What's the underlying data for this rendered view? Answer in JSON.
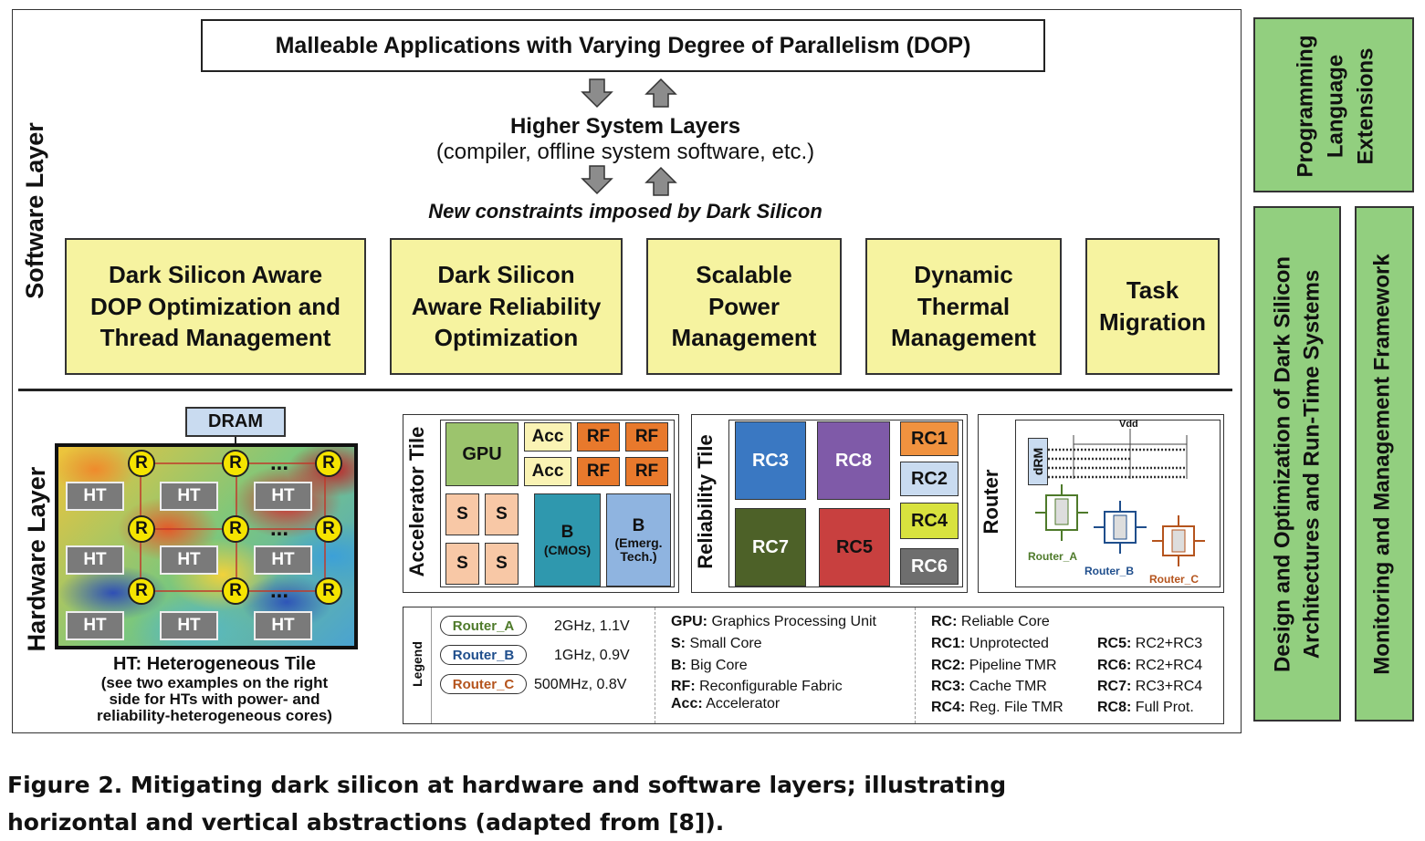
{
  "top_box": "Malleable Applications with Varying Degree of Parallelism (DOP)",
  "higher_layers": {
    "title": "Higher System Layers",
    "subtitle": "(compiler, offline system software, etc.)"
  },
  "constraints": "New constraints imposed by Dark Silicon",
  "software_label": "Software Layer",
  "hardware_label": "Hardware Layer",
  "sw_boxes": [
    {
      "line1": "Dark Silicon Aware",
      "line2": "DOP Optimization and",
      "line3": "Thread Management"
    },
    {
      "line1": "Dark Silicon",
      "line2": "Aware Reliability",
      "line3": "Optimization"
    },
    {
      "line1": "Scalable",
      "line2": "Power",
      "line3": "Management"
    },
    {
      "line1": "Dynamic",
      "line2": "Thermal",
      "line3": "Management"
    },
    {
      "line1": "Task",
      "line2": "Migration"
    }
  ],
  "right_boxes": {
    "prog": {
      "line1": "Programming",
      "line2": "Language",
      "line3": "Extensions"
    },
    "design": {
      "line1": "Design and Optimization of Dark Silicon",
      "line2": "Architectures and Run-Time Systems"
    },
    "monitor": "Monitoring and Management Framework"
  },
  "hw": {
    "dram": "DRAM",
    "ht": "HT",
    "r": "R",
    "ellipsis": "...",
    "caption": {
      "title": "HT: Heterogeneous Tile",
      "l1": "(see two examples on the right",
      "l2": "side for HTs with power- and",
      "l3": "reliability-heterogeneous cores)"
    }
  },
  "accel": {
    "label": "Accelerator Tile",
    "gpu": "GPU",
    "acc": "Acc",
    "rf": "RF",
    "s": "S",
    "b_cmos": {
      "l1": "B",
      "l2": "(CMOS)"
    },
    "b_emerg": {
      "l1": "B",
      "l2": "(Emerg.",
      "l3": "Tech.)"
    }
  },
  "reliab": {
    "label": "Reliability Tile",
    "rc3": "RC3",
    "rc8": "RC8",
    "rc1": "RC1",
    "rc2": "RC2",
    "rc7": "RC7",
    "rc5": "RC5",
    "rc4": "RC4",
    "rc6": "RC6"
  },
  "router_tile": {
    "label": "Router",
    "vdd": "Vdd",
    "drm": "dRM",
    "a": "Router_A",
    "b": "Router_B",
    "c": "Router_C"
  },
  "legend": {
    "label": "Legend",
    "routers": [
      {
        "name": "Router_A",
        "spec": "2GHz, 1.1V",
        "color": "#4e7a2a"
      },
      {
        "name": "Router_B",
        "spec": "1GHz, 0.9V",
        "color": "#1f4e8c"
      },
      {
        "name": "Router_C",
        "spec": "500MHz, 0.8V",
        "color": "#b5541d"
      }
    ],
    "defs": [
      {
        "k": "GPU:",
        "v": " Graphics Processing Unit"
      },
      {
        "k": "S:",
        "v": " Small Core"
      },
      {
        "k": "B:",
        "v": " Big Core"
      },
      {
        "k": "RF:",
        "v": " Reconfigurable Fabric"
      },
      {
        "k": "Acc:",
        "v": " Accelerator"
      }
    ],
    "rc_title": {
      "k": "RC:",
      "v": " Reliable Core"
    },
    "rc_left": [
      {
        "k": "RC1:",
        "v": " Unprotected"
      },
      {
        "k": "RC2:",
        "v": " Pipeline TMR"
      },
      {
        "k": "RC3:",
        "v": " Cache TMR"
      },
      {
        "k": "RC4:",
        "v": " Reg. File TMR"
      }
    ],
    "rc_right": [
      {
        "k": "RC5:",
        "v": " RC2+RC3"
      },
      {
        "k": "RC6:",
        "v": " RC2+RC4"
      },
      {
        "k": "RC7:",
        "v": " RC3+RC4"
      },
      {
        "k": "RC8:",
        "v": " Full Prot."
      }
    ]
  },
  "figure_caption": {
    "l1": "Figure 2. Mitigating dark silicon at hardware and software layers; illustrating",
    "l2": "horizontal and vertical abstractions (adapted from [8])."
  }
}
